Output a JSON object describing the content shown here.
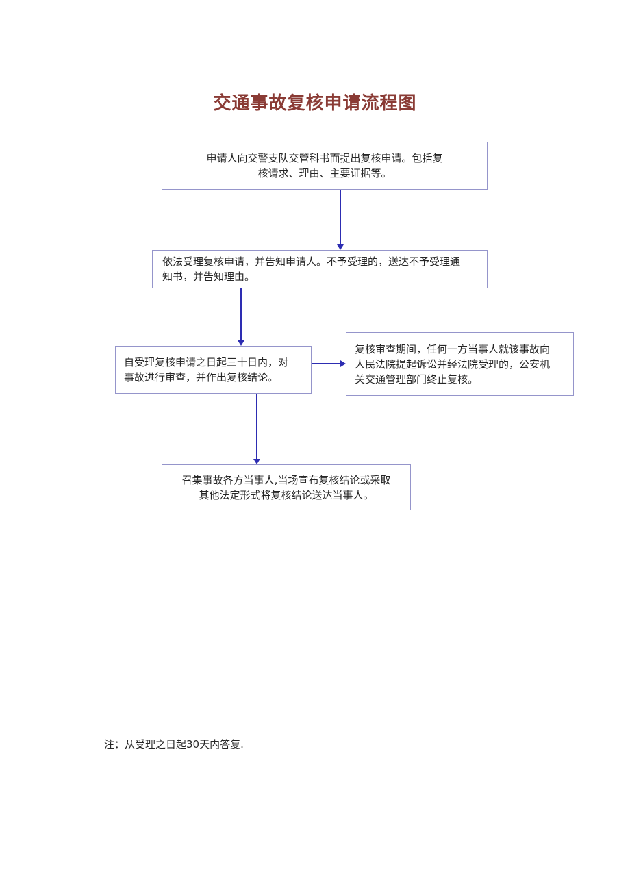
{
  "colors": {
    "title_color": "#8a3b35",
    "box_border": "#9595cb",
    "arrow_color": "#2d2db2",
    "text_color": "#262626"
  },
  "page": {
    "title": "交通事故复核申请流程图",
    "note": "注：从受理之日起30天内答复."
  },
  "flowchart": {
    "boxes": [
      {
        "name": "submit-application",
        "text": "申请人向交警支队交管科书面提出复核申请。包括复\n核请求、理由、主要证据等。"
      },
      {
        "name": "accept-application",
        "text": "依法受理复核申请，并告知申请人。不予受理的，送达不予受理通\n知书，并告知理由。"
      },
      {
        "name": "review-within-thirty-days",
        "text": "自受理复核申请之日起三十日内，对\n事故进行审查，并作出复核结论。"
      },
      {
        "name": "terminate-review",
        "text": "复核审查期间，任何一方当事人就该事故向\n人民法院提起诉讼并经法院受理的，公安机\n关交通管理部门终止复核。"
      },
      {
        "name": "announce-conclusion",
        "text": "召集事故各方当事人,当场宣布复核结论或采取\n其他法定形式将复核结论送达当事人。"
      }
    ]
  }
}
